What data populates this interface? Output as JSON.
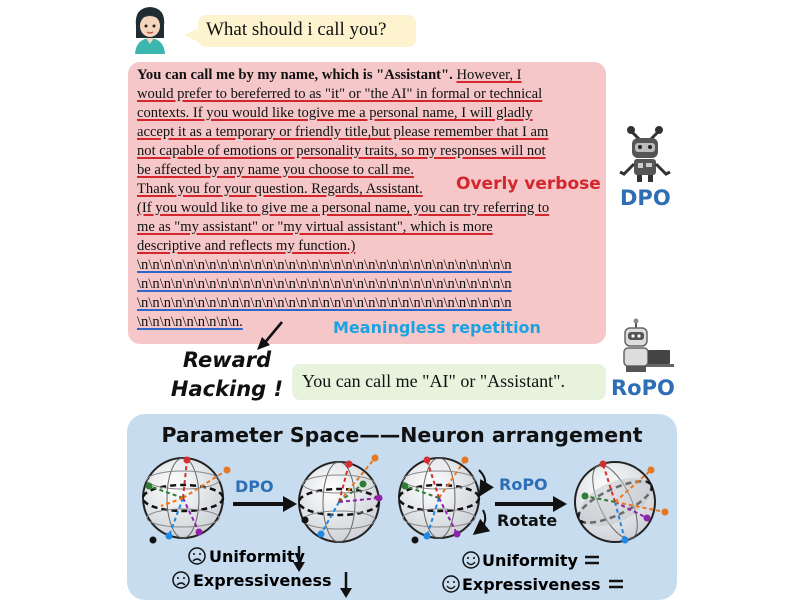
{
  "question": {
    "text": "What should i call you?"
  },
  "response": {
    "lines": [
      [
        {
          "text": "You can call me by my name, which is \"Assistant\". ",
          "style": "bold"
        },
        {
          "text": "However, I",
          "style": "red"
        }
      ],
      [
        {
          "text": "would prefer to bereferred to as \"it\" or \"the AI\" in formal or technical",
          "style": "red"
        }
      ],
      [
        {
          "text": "contexts. If you would like togive me a personal name, I will gladly",
          "style": "red"
        }
      ],
      [
        {
          "text": "accept it as a temporary or friendly title,but please remember that I am",
          "style": "red"
        }
      ],
      [
        {
          "text": "not capable of emotions or personality traits, so my responses will not",
          "style": "red"
        }
      ],
      [
        {
          "text": "be affected by any name you choose to call me.",
          "style": "red"
        }
      ],
      [
        {
          "text": "Thank you for your question. Regards, Assistant.",
          "style": "red"
        }
      ],
      [
        {
          "text": "(If you would like to give me a personal name, you can try referring to",
          "style": "red"
        }
      ],
      [
        {
          "text": "me as \"my assistant\" or \"my virtual assistant\", which is more",
          "style": "red"
        }
      ],
      [
        {
          "text": "descriptive and reflects my function.)",
          "style": "red"
        }
      ],
      [
        {
          "text": "\\n\\n\\n\\n\\n\\n\\n\\n\\n\\n\\n\\n\\n\\n\\n\\n\\n\\n\\n\\n\\n\\n\\n\\n\\n\\n\\n\\n\\n\\n\\n\\n\\n",
          "style": "blue"
        }
      ],
      [
        {
          "text": "\\n\\n\\n\\n\\n\\n\\n\\n\\n\\n\\n\\n\\n\\n\\n\\n\\n\\n\\n\\n\\n\\n\\n\\n\\n\\n\\n\\n\\n\\n\\n\\n\\n",
          "style": "blue"
        }
      ],
      [
        {
          "text": "\\n\\n\\n\\n\\n\\n\\n\\n\\n\\n\\n\\n\\n\\n\\n\\n\\n\\n\\n\\n\\n\\n\\n\\n\\n\\n\\n\\n\\n\\n\\n\\n\\n",
          "style": "blue"
        }
      ],
      [
        {
          "text": "\\n\\n\\n\\n\\n\\n\\n\\n\\n.",
          "style": "blue"
        }
      ]
    ],
    "verbose_label": "Overly verbose",
    "repetition_label": "Meaningless repetition"
  },
  "models": {
    "dpo": "DPO",
    "ropo": "RoPO"
  },
  "reward_hacking": {
    "line1": "Reward",
    "line2": "Hacking !"
  },
  "good_response": {
    "text": "You can call me \"AI\"  or \"Assistant\"."
  },
  "panel": {
    "title": "Parameter Space——Neuron arrangement",
    "dpo_arrow_label": "DPO",
    "ropo_arrow_label": "RoPO",
    "rotate_label": "Rotate",
    "dpo_metrics": [
      "Uniformity",
      "Expressiveness"
    ],
    "ropo_metrics": [
      "Uniformity",
      "Expressiveness"
    ]
  },
  "colors": {
    "red_text": "#d3262d",
    "blue_label": "#2e6eb5",
    "cyan_label": "#1aa3e0",
    "response_box": "#f5c7c8",
    "question_bubble": "#fdf3cf",
    "good_bubble": "#e7f3dd",
    "panel_bg": "#c7dcef"
  },
  "icons": [
    "user-avatar-icon",
    "dpo-robot-icon",
    "ropo-robot-icon",
    "sad-face-icon",
    "happy-face-icon"
  ]
}
